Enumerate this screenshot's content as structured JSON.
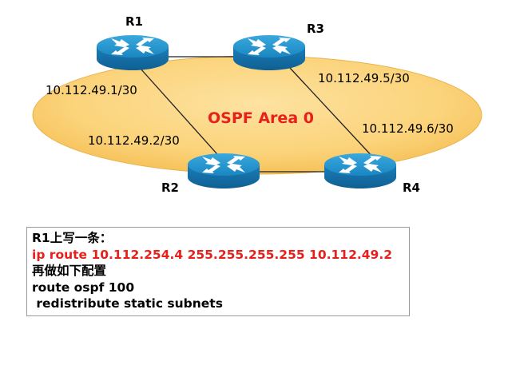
{
  "diagram": {
    "area_label": "OSPF Area 0",
    "routers": [
      {
        "id": "r1",
        "name": "R1"
      },
      {
        "id": "r2",
        "name": "R2"
      },
      {
        "id": "r3",
        "name": "R3"
      },
      {
        "id": "r4",
        "name": "R4"
      }
    ],
    "interfaces": {
      "r1_r2_r1_side": "10.112.49.1/30",
      "r1_r2_r2_side": "10.112.49.2/30",
      "r3_r4_r3_side": "10.112.49.5/30",
      "r3_r4_r4_side": "10.112.49.6/30"
    },
    "colors": {
      "area_fill": "#fbd37a",
      "area_text": "#e8201b",
      "router_body": "#1f8fc9"
    }
  },
  "config": {
    "lines": [
      {
        "text": "R1上写一条：",
        "color": "#000000"
      },
      {
        "text": "ip route 10.112.254.4 255.255.255.255 10.112.49.2",
        "color": "#e8201b"
      },
      {
        "text": "再做如下配置",
        "color": "#000000"
      },
      {
        "text": "route ospf 100",
        "color": "#000000"
      },
      {
        "text": " redistribute static subnets",
        "color": "#000000"
      }
    ]
  }
}
